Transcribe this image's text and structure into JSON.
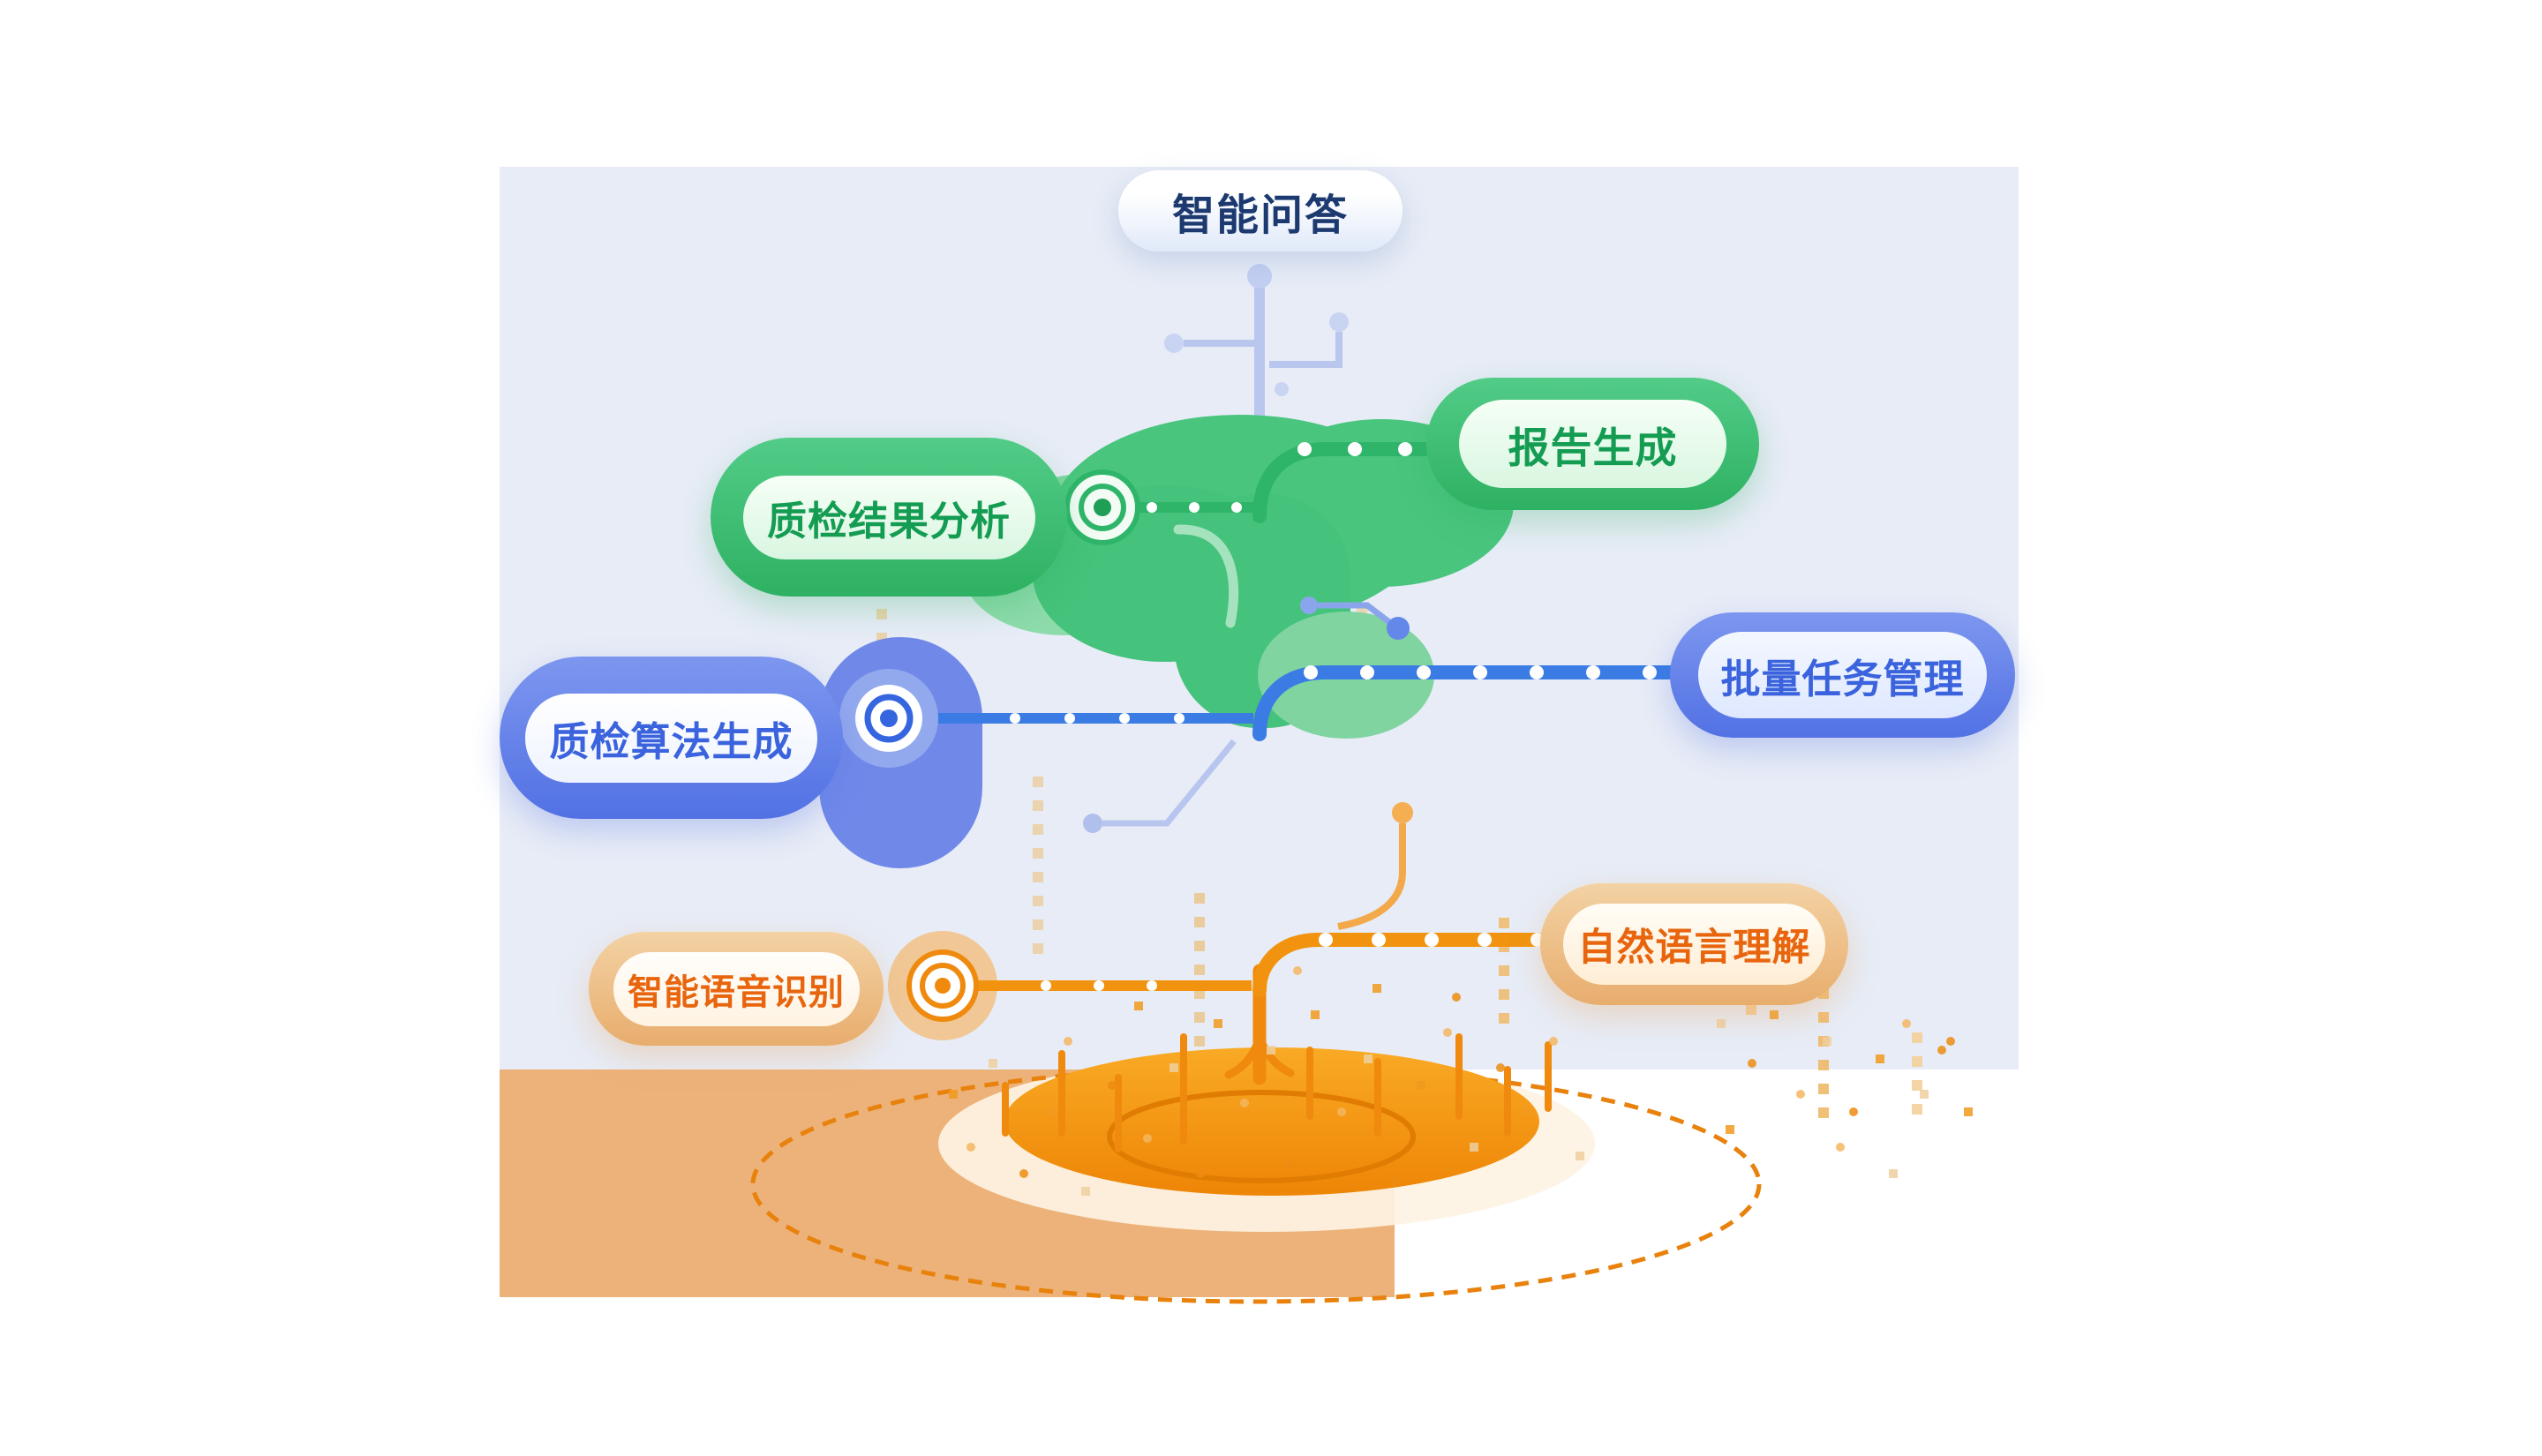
{
  "page": {
    "type": "ai-capability-tree-diagram"
  },
  "nodes": {
    "qa": {
      "label": "智能问答"
    },
    "report": {
      "label": "报告生成"
    },
    "result_analysis": {
      "label": "质检结果分析"
    },
    "batch_task": {
      "label": "批量任务管理"
    },
    "algorithm": {
      "label": "质检算法生成"
    },
    "nlu": {
      "label": "自然语言理解"
    },
    "asr": {
      "label": "智能语音识别"
    }
  },
  "palette": {
    "panel_background": "#e7ecf6",
    "ground_block": "#ecb279",
    "green": "#2fb56a",
    "blue": "#3b7ce4",
    "orange": "#f1930e",
    "tan": "#eec28c",
    "trunk_blue": "#2b6ce2",
    "qa_text": "#1d3a70",
    "green_text": "#149c52",
    "blue_text": "#3a63dd",
    "orange_text": "#e8650e"
  }
}
